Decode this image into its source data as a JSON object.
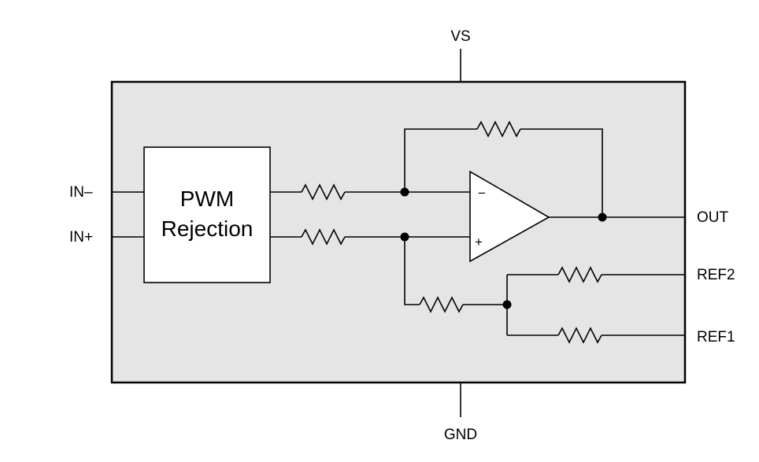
{
  "pins": {
    "vs": "VS",
    "gnd": "GND",
    "in_minus": "IN–",
    "in_plus": "IN+",
    "out": "OUT",
    "ref2": "REF2",
    "ref1": "REF1"
  },
  "block": {
    "line1": "PWM",
    "line2": "Rejection"
  },
  "opamp": {
    "minus": "−",
    "plus": "+"
  },
  "colors": {
    "package_fill": "#e5e5e5",
    "block_fill": "#ffffff",
    "line": "#000000"
  }
}
